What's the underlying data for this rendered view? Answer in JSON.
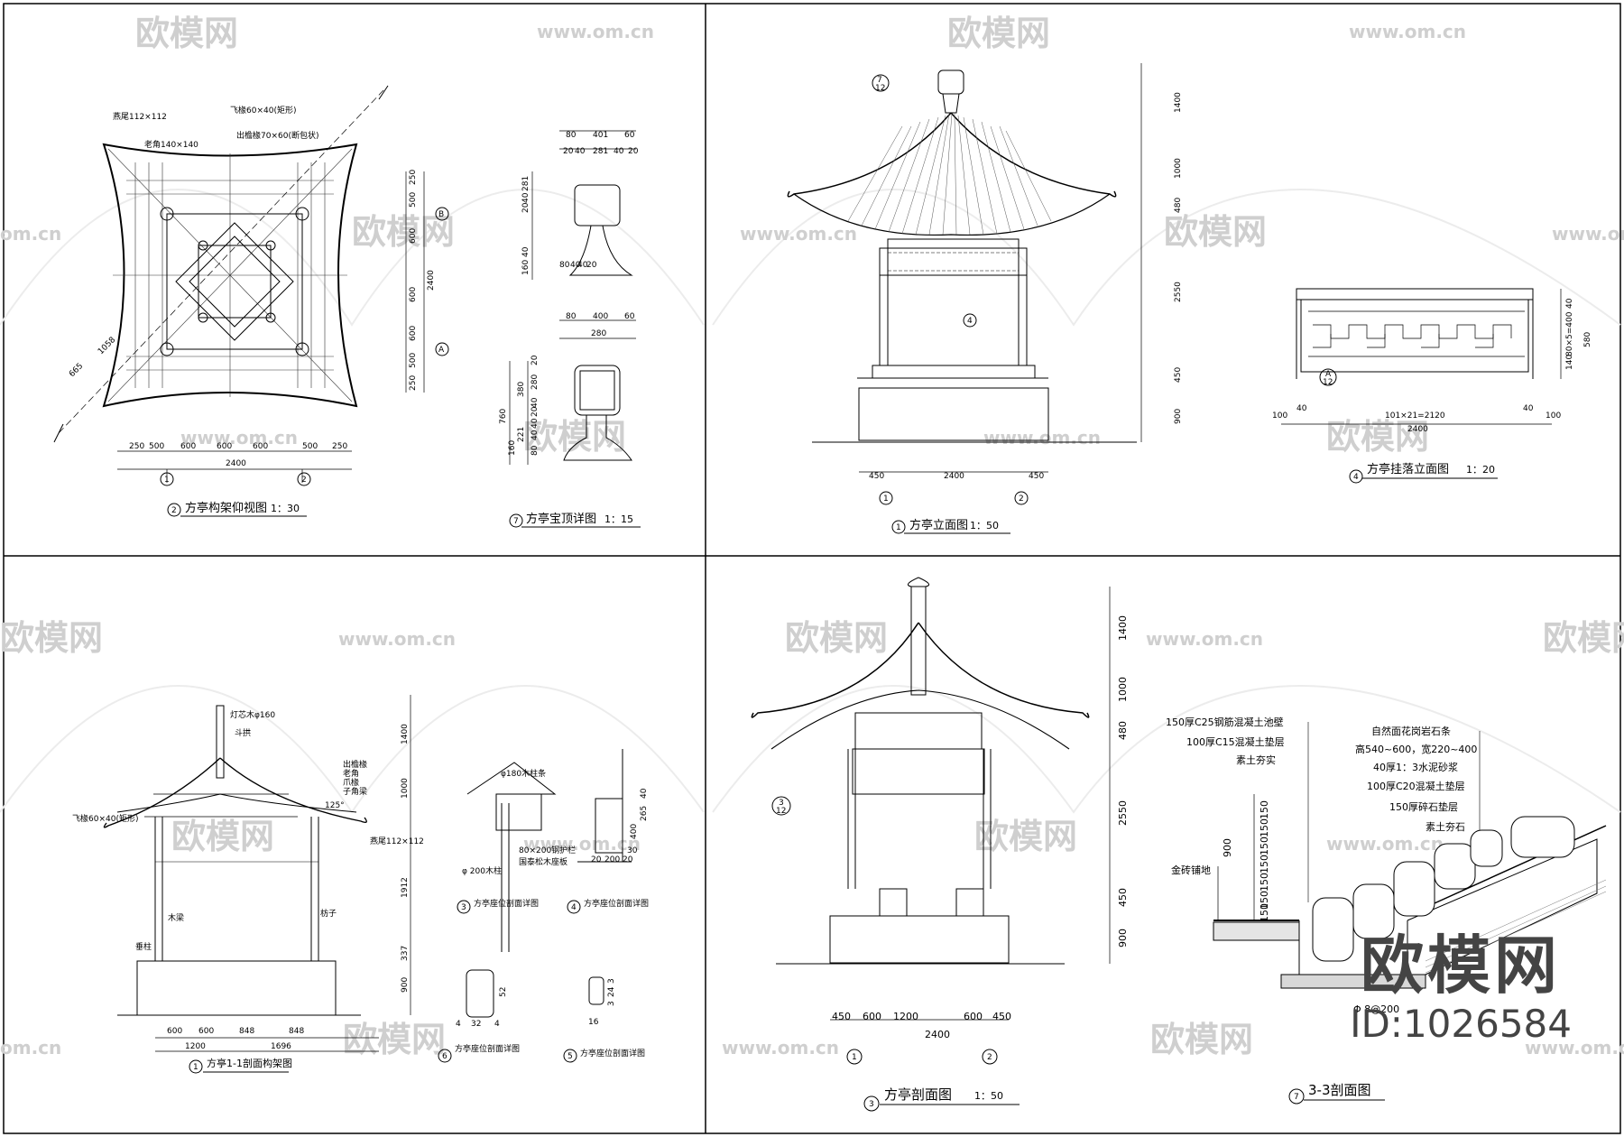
{
  "watermark": {
    "brand": "欧模网",
    "url": "www.om.cn",
    "url_short": "om.cn"
  },
  "brand_footer": {
    "name": "欧模网",
    "id": "ID:1026584"
  },
  "panels": {
    "roof_plan": {
      "no": "2",
      "title": "方亭构架仰视图",
      "scale": "1：30",
      "labels": [
        "燕尾112×112",
        "老角140×140",
        "飞椽60×40(矩形)",
        "出檐椽70×60(断包状)"
      ],
      "grid": [
        "1",
        "2",
        "A",
        "B"
      ],
      "dims_bottom": [
        "250",
        "500",
        "600",
        "600",
        "600",
        "500",
        "250"
      ],
      "dim_total": "2400",
      "dims_right": [
        "250",
        "500",
        "600",
        "600",
        "600",
        "500",
        "250"
      ],
      "diag": [
        "665",
        "1058"
      ]
    },
    "finial_detail": {
      "no": "7",
      "title": "方亭宝顶详图",
      "scale": "1：15",
      "top_a": [
        "80",
        "401",
        "60"
      ],
      "top_b": [
        "20",
        "40",
        "281",
        "40",
        "20"
      ],
      "side_a": [
        "281",
        "40",
        "20",
        "160",
        "40",
        "80",
        "40",
        "40",
        "20"
      ],
      "top_c": [
        "80",
        "400",
        "60"
      ],
      "top_d": [
        "280"
      ],
      "side_b": [
        "760",
        "380",
        "20",
        "280",
        "40",
        "20",
        "221",
        "40",
        "160",
        "40",
        "80"
      ]
    },
    "elevation": {
      "no": "1",
      "title": "方亭立面图",
      "scale": "1：50",
      "tag": [
        "7",
        "12"
      ],
      "tag2": "4",
      "dims_right": [
        "1400",
        "1000",
        "480",
        "2550",
        "450",
        "900"
      ],
      "dims_bottom": [
        "450",
        "2400",
        "450"
      ],
      "grid": [
        "1",
        "2"
      ]
    },
    "hanging_elev": {
      "no": "4",
      "title": "方亭挂落立面图",
      "scale": "1：20",
      "tag": [
        "A",
        "12"
      ],
      "dims_bottom": [
        "100",
        "40",
        "101×21=2120",
        "40",
        "100"
      ],
      "dim_total": "2400",
      "dims_right": [
        "40",
        "140",
        "80×5=400",
        "580"
      ]
    },
    "section_frame": {
      "no": "1",
      "title": "方亭1-1剖面构架图",
      "labels": [
        "灯芯木φ160",
        "飞椽60×40(矩形)",
        "斗拱",
        "出檐椽",
        "燕尾112×112",
        "老角",
        "爪椽",
        "子角梁",
        "垂柱",
        "木梁",
        "枋子"
      ],
      "dims_bottom": [
        "600",
        "600",
        "848",
        "848"
      ],
      "dims_bottom2": [
        "1200",
        "1696"
      ],
      "dims_right": [
        "1400",
        "1000",
        "1912",
        "337",
        "900"
      ],
      "angle": "125°"
    },
    "seat_a": {
      "no": "3",
      "title": "方亭座位剖面详图",
      "labels": [
        "φ180木柱条",
        "φ 200木柱",
        "80×200钢护栏",
        "国泰松木座板"
      ]
    },
    "seat_b": {
      "no": "4",
      "title": "方亭座位剖面详图",
      "dims": [
        "20",
        "200",
        "20",
        "40",
        "265",
        "400",
        "30"
      ]
    },
    "seat_c": {
      "no": "6",
      "title": "方亭座位剖面详图",
      "dims": [
        "32",
        "52",
        "4",
        "4"
      ]
    },
    "seat_d": {
      "no": "5",
      "title": "方亭座位剖面详图",
      "dims": [
        "3",
        "24",
        "3",
        "16"
      ]
    },
    "section": {
      "no": "3",
      "title": "方亭剖面图",
      "scale": "1：50",
      "tag": [
        "3",
        "12"
      ],
      "dims_right": [
        "1400",
        "1000",
        "480",
        "2550",
        "450",
        "900"
      ],
      "dims_bottom": [
        "450",
        "600",
        "1200",
        "600",
        "450"
      ],
      "dim_total": "2400",
      "grid": [
        "1",
        "2"
      ]
    },
    "section_33": {
      "no": "7",
      "title": "3-3剖面图",
      "labels": [
        "150厚C25钢筋混凝土池壁",
        "100厚C15混凝土垫层",
        "素土夯实",
        "自然面花岗岩石条",
        "高540~600，宽220~400",
        "40厚1：3水泥砂浆",
        "100厚C20混凝土垫层",
        "150厚碎石垫层",
        "素土夯石",
        "金砖铺地"
      ],
      "dims": [
        "900",
        "150",
        "150",
        "150",
        "150",
        "150",
        "150",
        "150"
      ],
      "pipe": "Φ 8@200"
    }
  }
}
